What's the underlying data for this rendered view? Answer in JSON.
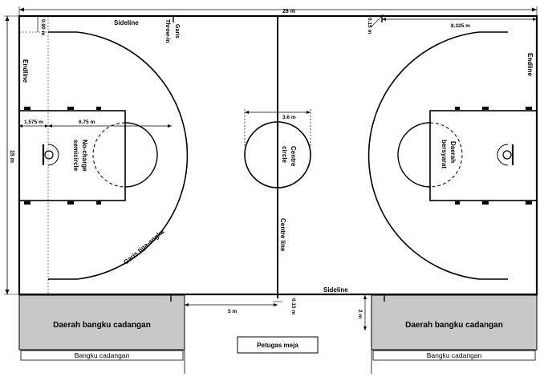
{
  "labels": {
    "dim_28m": "28 m",
    "dim_090m": "0.90 m",
    "dim_015m_top": "0.15 m",
    "dim_8325m": "8.325 m",
    "dim_1575m": "1.575 m",
    "dim_675m": "6.75 m",
    "dim_36m": "3.6 m",
    "dim_15m": "15 m",
    "dim_5m": "5 m",
    "dim_015m_bottom": "0.15 m",
    "dim_2m": "2 m",
    "sideline_top": "Sideline",
    "sideline_bottom": "Sideline",
    "endline_left": "Endline",
    "endline_right": "Endline",
    "throw_in_line_1": "Garis",
    "throw_in_line_2": "Throw-in",
    "no_charge_1": "No-charge",
    "no_charge_2": "semicircle",
    "centre_circle_1": "Centre",
    "centre_circle_2": "circle",
    "centre_line": "Centre line",
    "restricted_area_1": "Daerah",
    "restricted_area_2": "bersyarat",
    "three_point_line": "Garis tiga-angka",
    "bench_area_left": "Daerah bangku cadangan",
    "bench_area_right": "Daerah bangku cadangan",
    "bench_left": "Bangku cadangan",
    "bench_right": "Bangku cadangan",
    "table_officials": "Petugas meja"
  },
  "colors": {
    "line": "#000000",
    "bench_area_fill": "#c8c8c8",
    "background": "#ffffff"
  }
}
